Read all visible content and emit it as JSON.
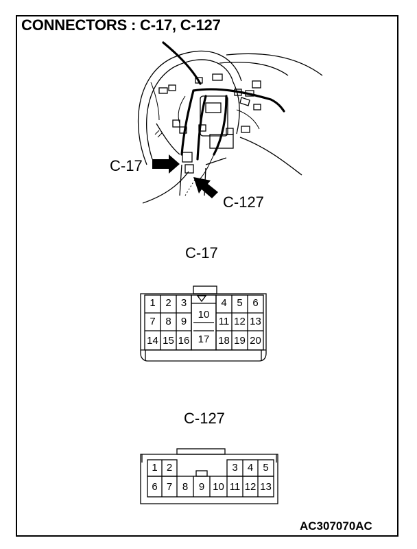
{
  "title": "CONNECTORS : C-17, C-127",
  "callouts": {
    "c17": "C-17",
    "c127": "C-127"
  },
  "connectors": {
    "c17": {
      "title": "C-17",
      "pins": [
        "1",
        "2",
        "3",
        "4",
        "5",
        "6",
        "7",
        "8",
        "9",
        "10",
        "11",
        "12",
        "13",
        "14",
        "15",
        "16",
        "17",
        "18",
        "19",
        "20"
      ]
    },
    "c127": {
      "title": "C-127",
      "pins": [
        "1",
        "2",
        "3",
        "4",
        "5",
        "6",
        "7",
        "8",
        "9",
        "10",
        "11",
        "12",
        "13"
      ]
    }
  },
  "figure_code": "AC307070AC"
}
